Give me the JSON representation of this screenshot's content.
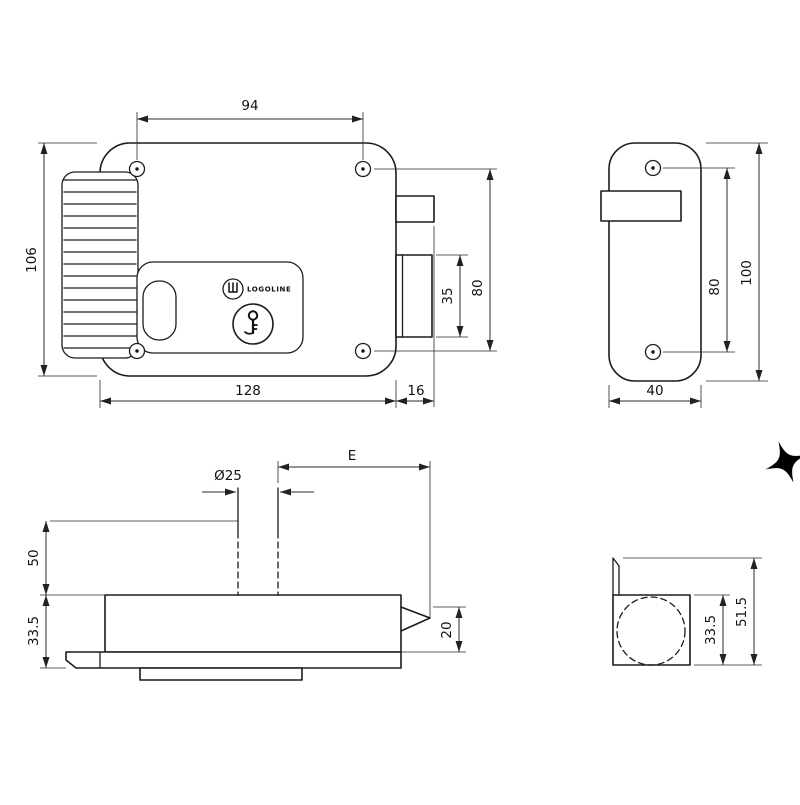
{
  "brand": {
    "name": "LOGOLINE"
  },
  "dims": {
    "front": {
      "hole_spacing_x": "94",
      "body_height": "106",
      "body_width": "128",
      "latch_depth": "16",
      "bolt_height": "35",
      "hole_spacing_y": "80"
    },
    "side": {
      "hole_spacing": "80",
      "height": "100",
      "depth": "40"
    },
    "bottom": {
      "cylinder_diameter": "Ø25",
      "backset": "E",
      "cylinder_offset": "50",
      "body_depth": "33.5",
      "bolt_throw": "20"
    },
    "section": {
      "body_depth": "33.5",
      "total_depth": "51.5"
    }
  }
}
